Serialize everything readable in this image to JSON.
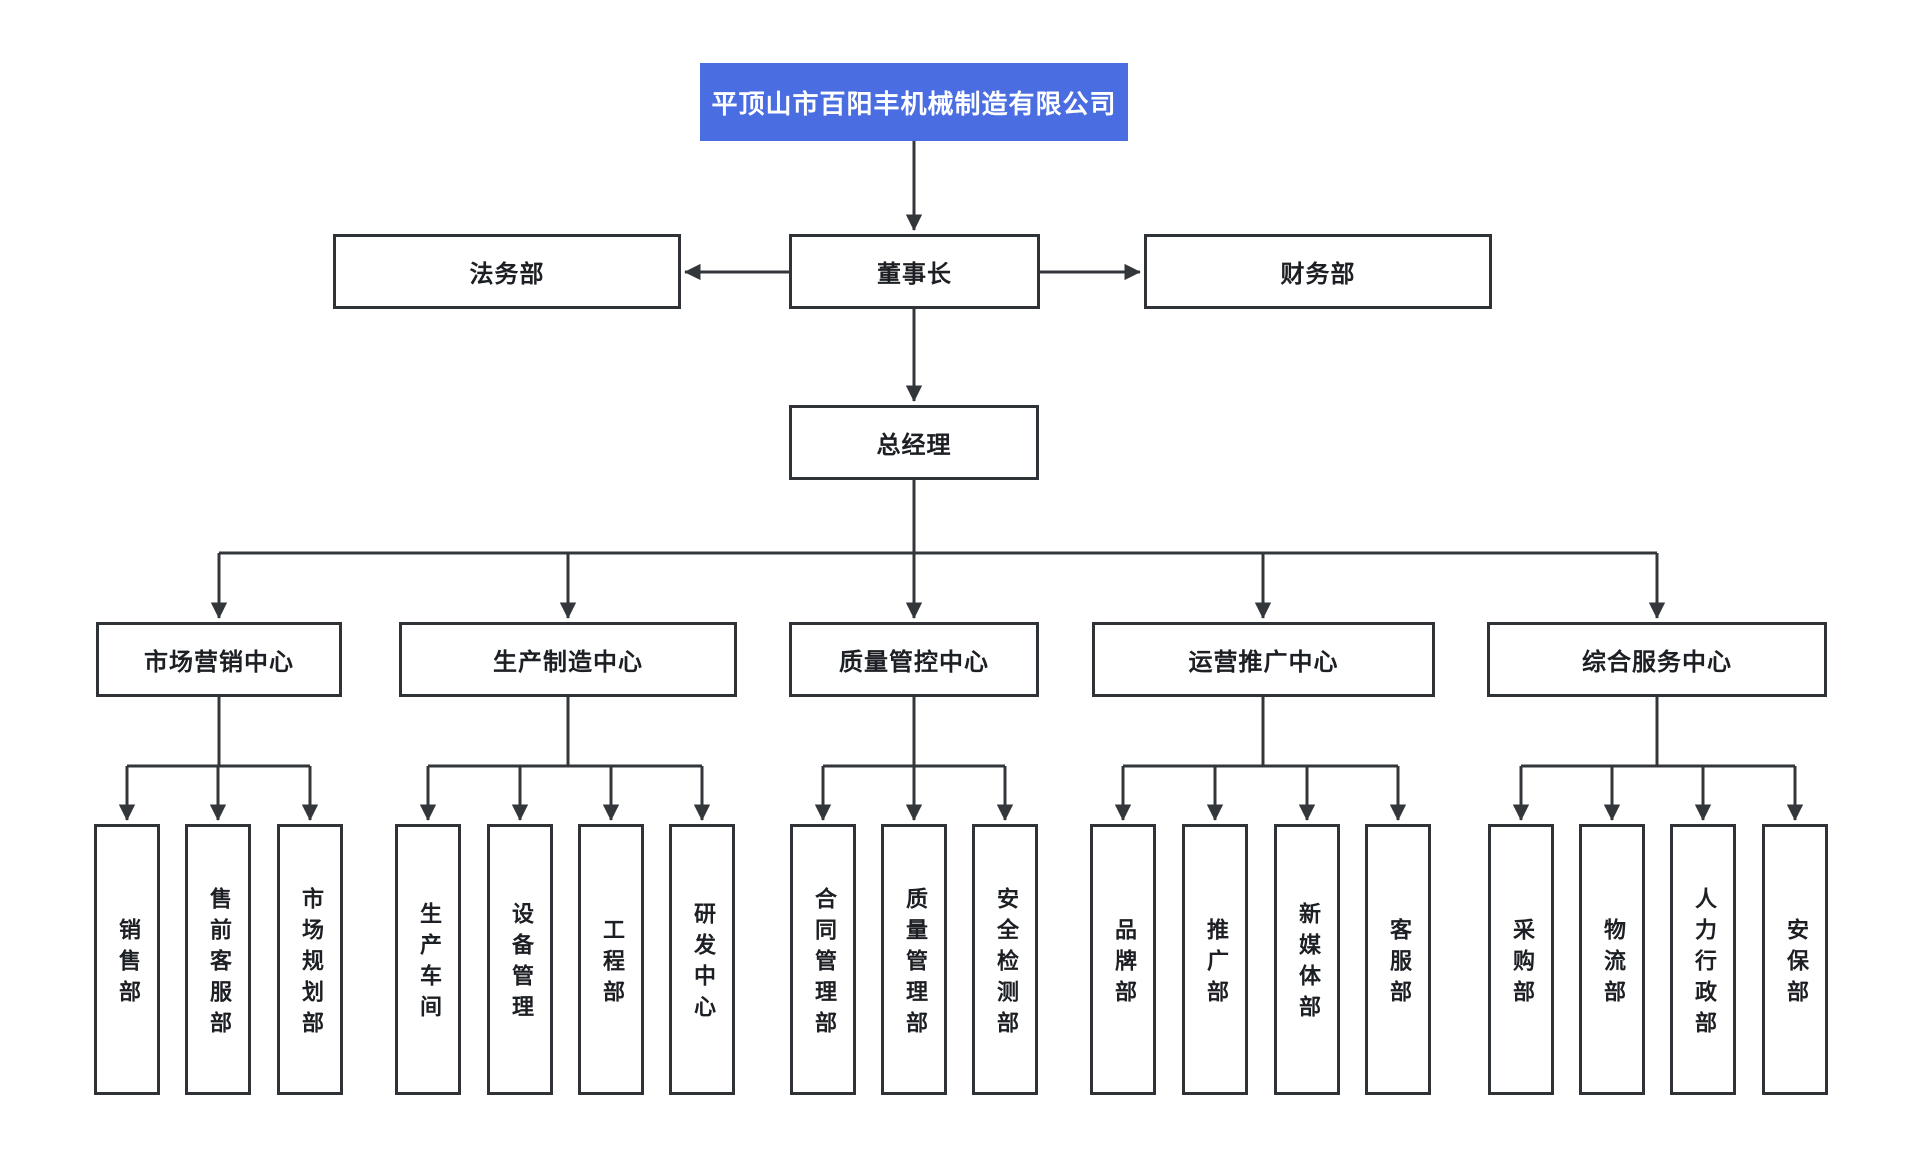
{
  "org_chart": {
    "root": {
      "label": "平顶山市百阳丰机械制造有限公司"
    },
    "chairman": {
      "label": "董事长"
    },
    "legal": {
      "label": "法务部"
    },
    "finance": {
      "label": "财务部"
    },
    "general_manager": {
      "label": "总经理"
    },
    "centers": [
      {
        "label": "市场营销中心",
        "departments": [
          "销售部",
          "售前客服部",
          "市场规划部"
        ]
      },
      {
        "label": "生产制造中心",
        "departments": [
          "生产车间",
          "设备管理",
          "工程部",
          "研发中心"
        ]
      },
      {
        "label": "质量管控中心",
        "departments": [
          "合同管理部",
          "质量管理部",
          "安全检测部"
        ]
      },
      {
        "label": "运营推广中心",
        "departments": [
          "品牌部",
          "推广部",
          "新媒体部",
          "客服部"
        ]
      },
      {
        "label": "综合服务中心",
        "departments": [
          "采购部",
          "物流部",
          "人力行政部",
          "安保部"
        ]
      }
    ],
    "colors": {
      "background": "#ffffff",
      "root_bg": "#4a6de1",
      "root_text": "#ffffff",
      "box_border": "#2f3337",
      "line": "#33373b",
      "text": "#1c1f23"
    }
  }
}
